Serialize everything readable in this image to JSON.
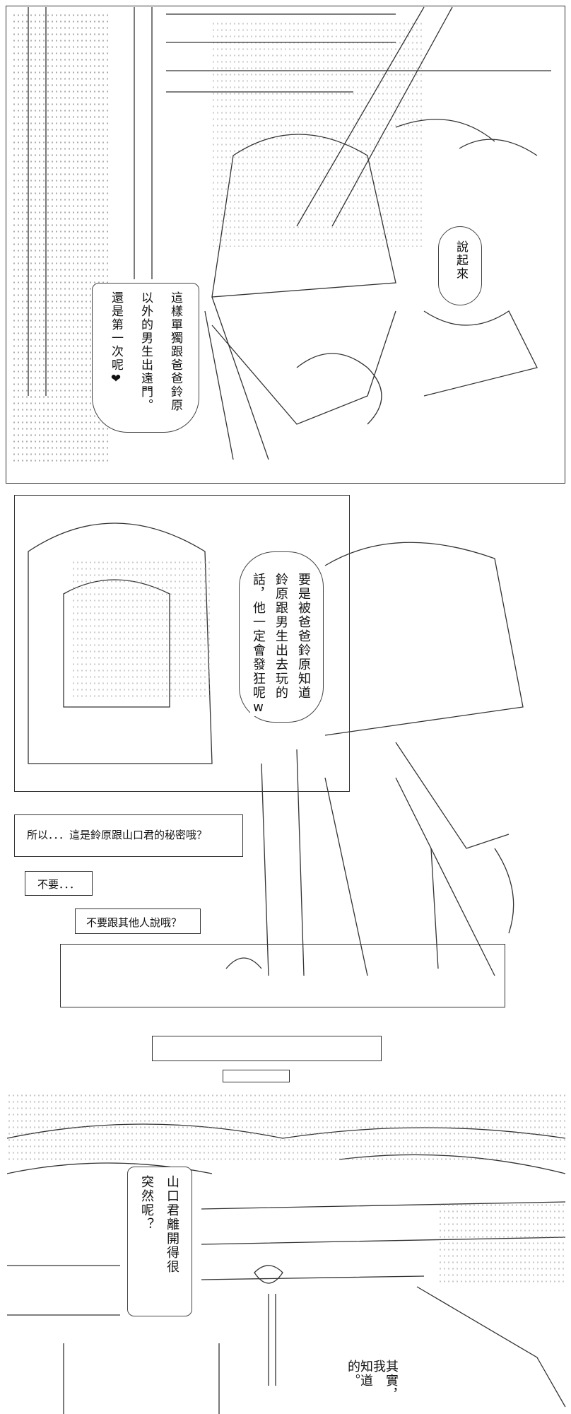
{
  "panel1": {
    "bubble_right": "說起來",
    "bubble_left_lines": [
      "這樣單獨跟爸爸鈴原",
      "以外的男生出遠門。",
      "還是第一次呢❤"
    ]
  },
  "panel2": {
    "bubble_lines": [
      "要是被爸爸鈴原知道",
      "鈴原跟男生出去玩的",
      "話，他一定會發狂呢w"
    ],
    "caption_secret": "所以．．．這是鈴原跟山口君的秘密哦？",
    "caption_no": "不要．．．",
    "caption_dont_tell": "不要跟其他人說哦？"
  },
  "panel3": {
    "bubble_left_lines": [
      "山口君離開得很",
      "突然呢？"
    ],
    "bubble_right_lines": [
      "其實，我",
      "知道的。"
    ]
  }
}
